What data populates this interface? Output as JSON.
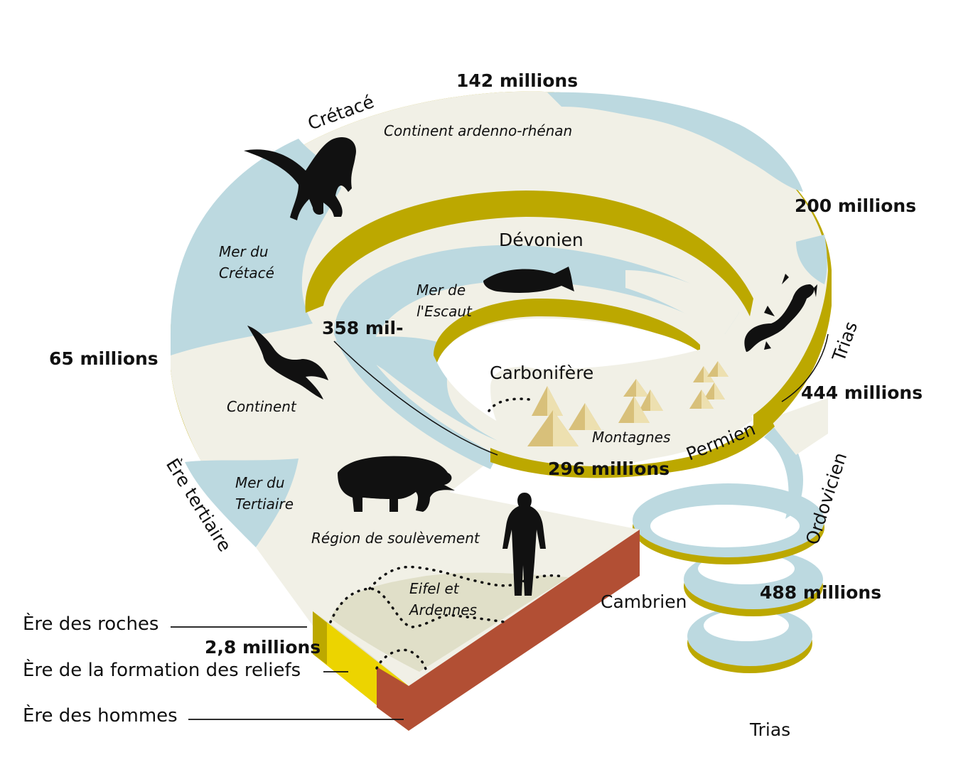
{
  "diagram": {
    "periods": {
      "cretace": "Crétacé",
      "devonien": "Dévonien",
      "trias_ring": "Trias",
      "carbonifere": "Carbonifère",
      "permien": "Permien",
      "ordovicien": "Ordovicien",
      "cambrien": "Cambrien",
      "ere_tertiaire": "Ère tertiaire",
      "trias_bottom": "Trias"
    },
    "ages": {
      "m142": "142 millions",
      "m200": "200 millions",
      "m358": "358 mil-",
      "m65": "65 millions",
      "m444": "444 millions",
      "m296": "296 millions",
      "m488": "488 millions",
      "m2_8": "2,8 millions"
    },
    "regions": {
      "continent_ardenno": "Continent ardenno-rhénan",
      "mer_cretace_1": "Mer du",
      "mer_cretace_2": "Crétacé",
      "mer_escaut_1": "Mer de",
      "mer_escaut_2": "l'Escaut",
      "continent": "Continent",
      "montagnes": "Montagnes",
      "mer_tertiaire_1": "Mer du",
      "mer_tertiaire_2": "Tertiaire",
      "soulevement": "Région de soulèvement",
      "eifel_1": "Eifel et",
      "eifel_2": "Ardennes"
    },
    "legend": {
      "roches": "Ère des roches",
      "reliefs": "Ère de la formation des reliefs",
      "hommes": "Ère des hommes"
    },
    "colors": {
      "sea": "#bcd9e0",
      "land": "#f1f0e6",
      "wall": "#bca800",
      "front_red": "#b24f34",
      "front_yellow": "#ecd400"
    },
    "icons": [
      "dinosaur-icon",
      "fish-icon",
      "lizard-icon",
      "bird-icon",
      "mammoth-icon",
      "human-icon",
      "mountain-icon"
    ]
  }
}
